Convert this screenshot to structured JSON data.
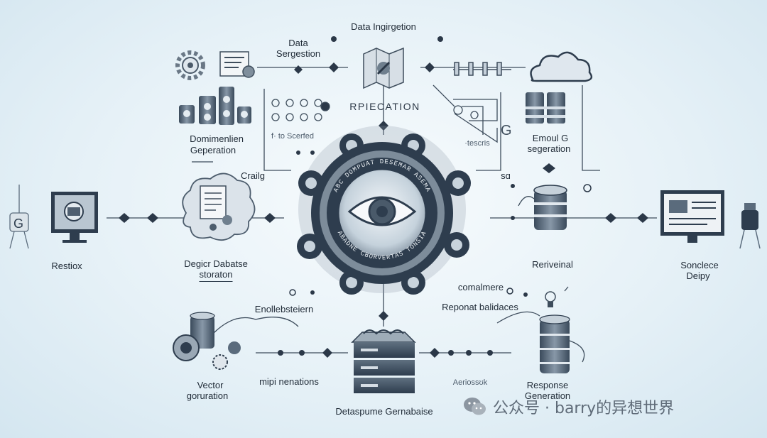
{
  "labels": {
    "data_ingestion": "Data Ingirgetion",
    "data_segmentation_1": "Data",
    "data_segmentation_2": "Sergestion",
    "replication": "RPIECATION",
    "dom_gen_1": "Domimenlien",
    "dom_gen_2": "Geperation",
    "small_row": "f· to  Scerfed",
    "tescris": "·tescris",
    "emoul_1": "Emoul G",
    "emoul_2": "segeration",
    "crailg": "Crailg",
    "so": "sɑ",
    "restiox": "Restiox",
    "depiicr_1": "Degicr Dabatse",
    "depiicr_2": "storaton",
    "retrieval": "Reriveinal",
    "sonclece_1": "Sonclece",
    "sonclece_2": "Deipy",
    "comalmere": "comalmere",
    "reponat": "Reponat balidaces",
    "endl": "Enollebsteiern",
    "vector_1": "Vector",
    "vector_2": "goruration",
    "mipi": "mipi nenations",
    "aerossuk": "Aeriossʊk",
    "response_1": "Response",
    "response_2": "Generation",
    "database": "Detaspume Gernabaise"
  },
  "ring_text_top": "ABC DOMPUAT DESEMAR ASEMA",
  "ring_text_bottom": "ABADNE CBORVERTAS TONSIA",
  "watermark": "公众号 · barry的异想世界",
  "colors": {
    "dark": "#2e3d4e",
    "mid": "#5a6b7c",
    "light": "#c9d5de",
    "accent": "#e0a63c"
  }
}
